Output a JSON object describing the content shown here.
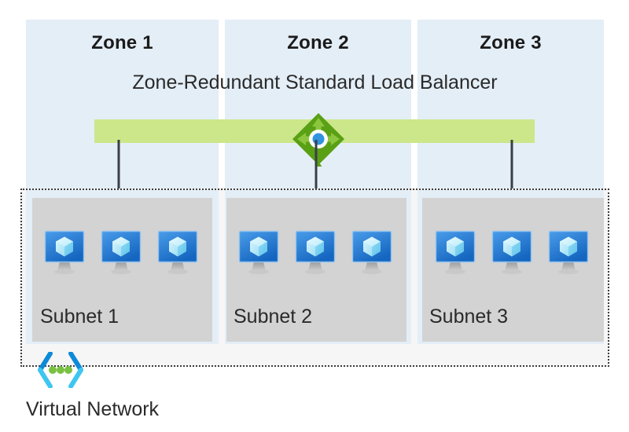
{
  "diagram": {
    "title": "Zone-Redundant Standard Load Balancer",
    "background": "#ffffff"
  },
  "zones": [
    {
      "label": "Zone 1"
    },
    {
      "label": "Zone 2"
    },
    {
      "label": "Zone 3"
    }
  ],
  "load_balancer": {
    "title": "Zone-Redundant Standard Load Balancer",
    "icon": "azure-load-balancer-icon",
    "bar_color": "#cbe78a",
    "icon_colors": {
      "diamond": "#59a014",
      "arrows": "#8bc53f",
      "center_dot": "#2f9ae0",
      "center_ring": "#ffffff"
    }
  },
  "virtual_network": {
    "label": "Virtual Network",
    "icon": "virtual-network-icon",
    "icon_colors": {
      "bracket_dark": "#0f8ad8",
      "bracket_light": "#3ec6f0",
      "dots": "#7ac143"
    },
    "border_style": "dotted",
    "border_color": "#3c3c3c"
  },
  "subnets": [
    {
      "label": "Subnet 1",
      "fill": "#d3d3d3",
      "vms": [
        {
          "name": "virtual-machine-icon"
        },
        {
          "name": "virtual-machine-icon"
        },
        {
          "name": "virtual-machine-icon"
        }
      ]
    },
    {
      "label": "Subnet 2",
      "fill": "#d3d3d3",
      "vms": [
        {
          "name": "virtual-machine-icon"
        },
        {
          "name": "virtual-machine-icon"
        },
        {
          "name": "virtual-machine-icon"
        }
      ]
    },
    {
      "label": "Subnet 3",
      "fill": "#d3d3d3",
      "vms": [
        {
          "name": "virtual-machine-icon"
        },
        {
          "name": "virtual-machine-icon"
        },
        {
          "name": "virtual-machine-icon"
        }
      ]
    }
  ],
  "connectors": [
    {
      "name": "arrow-to-subnet-1",
      "color": "#3a3f47"
    },
    {
      "name": "arrow-to-subnet-2",
      "color": "#3a3f47"
    },
    {
      "name": "arrow-to-subnet-3",
      "color": "#3a3f47"
    }
  ],
  "palette": {
    "zone_panel": "#e4eef7",
    "subnet_fill": "#d3d3d3",
    "vnet_fill": "#f6f6f6",
    "vm_blue_light": "#4a9cea",
    "vm_blue_dark": "#1566c0",
    "vm_cube": "#a5e8fb",
    "arrow": "#3a3f47",
    "text": "#2a2a2a"
  }
}
